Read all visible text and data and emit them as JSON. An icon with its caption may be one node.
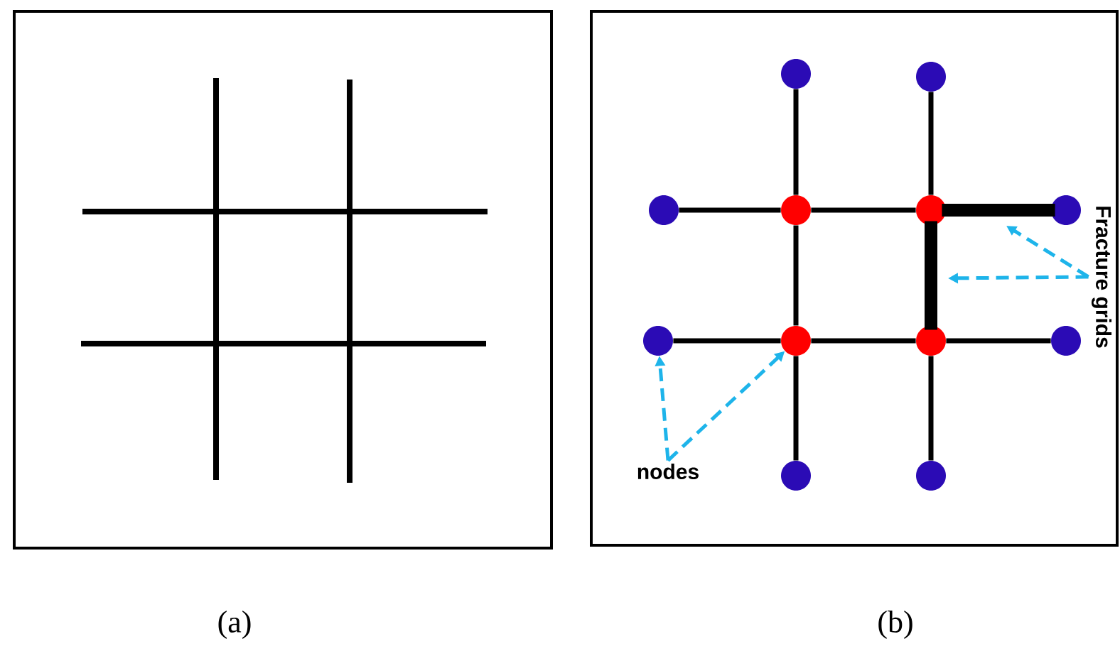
{
  "diagram": {
    "nodes": [
      {
        "text": [],
        "shape": "box",
        "beside": [
          "(a)"
        ]
      },
      {
        "text": [],
        "shape": "box",
        "beside": [
          "(b)"
        ]
      },
      {
        "text": [],
        "shape": "circle",
        "in": 1
      },
      {
        "text": [],
        "shape": "circle",
        "in": 1
      },
      {
        "text": [],
        "shape": "circle",
        "in": 1
      },
      {
        "text": [],
        "shape": "circle",
        "in": 1
      },
      {
        "text": [],
        "shape": "circle",
        "in": 1
      },
      {
        "text": [],
        "shape": "circle",
        "in": 1
      },
      {
        "text": [],
        "shape": "circle",
        "in": 1
      },
      {
        "text": [],
        "shape": "circle",
        "in": 1
      },
      {
        "text": [],
        "shape": "circle",
        "in": 1
      },
      {
        "text": [],
        "shape": "circle",
        "in": 1
      },
      {
        "text": [],
        "shape": "circle",
        "in": 1
      },
      {
        "text": [],
        "shape": "circle",
        "in": 1
      },
      {
        "text": [
          "nodes"
        ],
        "in": 1
      },
      {
        "text": [
          "Fracture grids"
        ],
        "in": 1
      }
    ],
    "edges": [
      {
        "from": 2,
        "to": 5,
        "arrow": "none"
      },
      {
        "from": 3,
        "to": 6,
        "arrow": "none"
      },
      {
        "from": 4,
        "to": 5,
        "arrow": "none"
      },
      {
        "from": 5,
        "to": 6,
        "arrow": "none"
      },
      {
        "from": 6,
        "to": 7,
        "arrow": "none",
        "style": "thick"
      },
      {
        "from": 5,
        "to": 9,
        "arrow": "none"
      },
      {
        "from": 6,
        "to": 10,
        "arrow": "none",
        "style": "thick"
      },
      {
        "from": 8,
        "to": 9,
        "arrow": "none"
      },
      {
        "from": 9,
        "to": 10,
        "arrow": "none"
      },
      {
        "from": 10,
        "to": 11,
        "arrow": "none"
      },
      {
        "from": 9,
        "to": 12,
        "arrow": "none"
      },
      {
        "from": 10,
        "to": 13,
        "arrow": "none"
      },
      {
        "from": 14,
        "to": 8,
        "arrow": "to",
        "style": "dashed",
        "color": "#1eb4ea"
      },
      {
        "from": 14,
        "to": 9,
        "arrow": "to",
        "style": "dashed",
        "color": "#1eb4ea"
      },
      {
        "from": 15,
        "to": null,
        "arrow": "to",
        "style": "dashed",
        "color": "#1eb4ea"
      },
      {
        "from": 15,
        "to": null,
        "arrow": "to",
        "style": "dashed",
        "color": "#1eb4ea"
      }
    ]
  }
}
